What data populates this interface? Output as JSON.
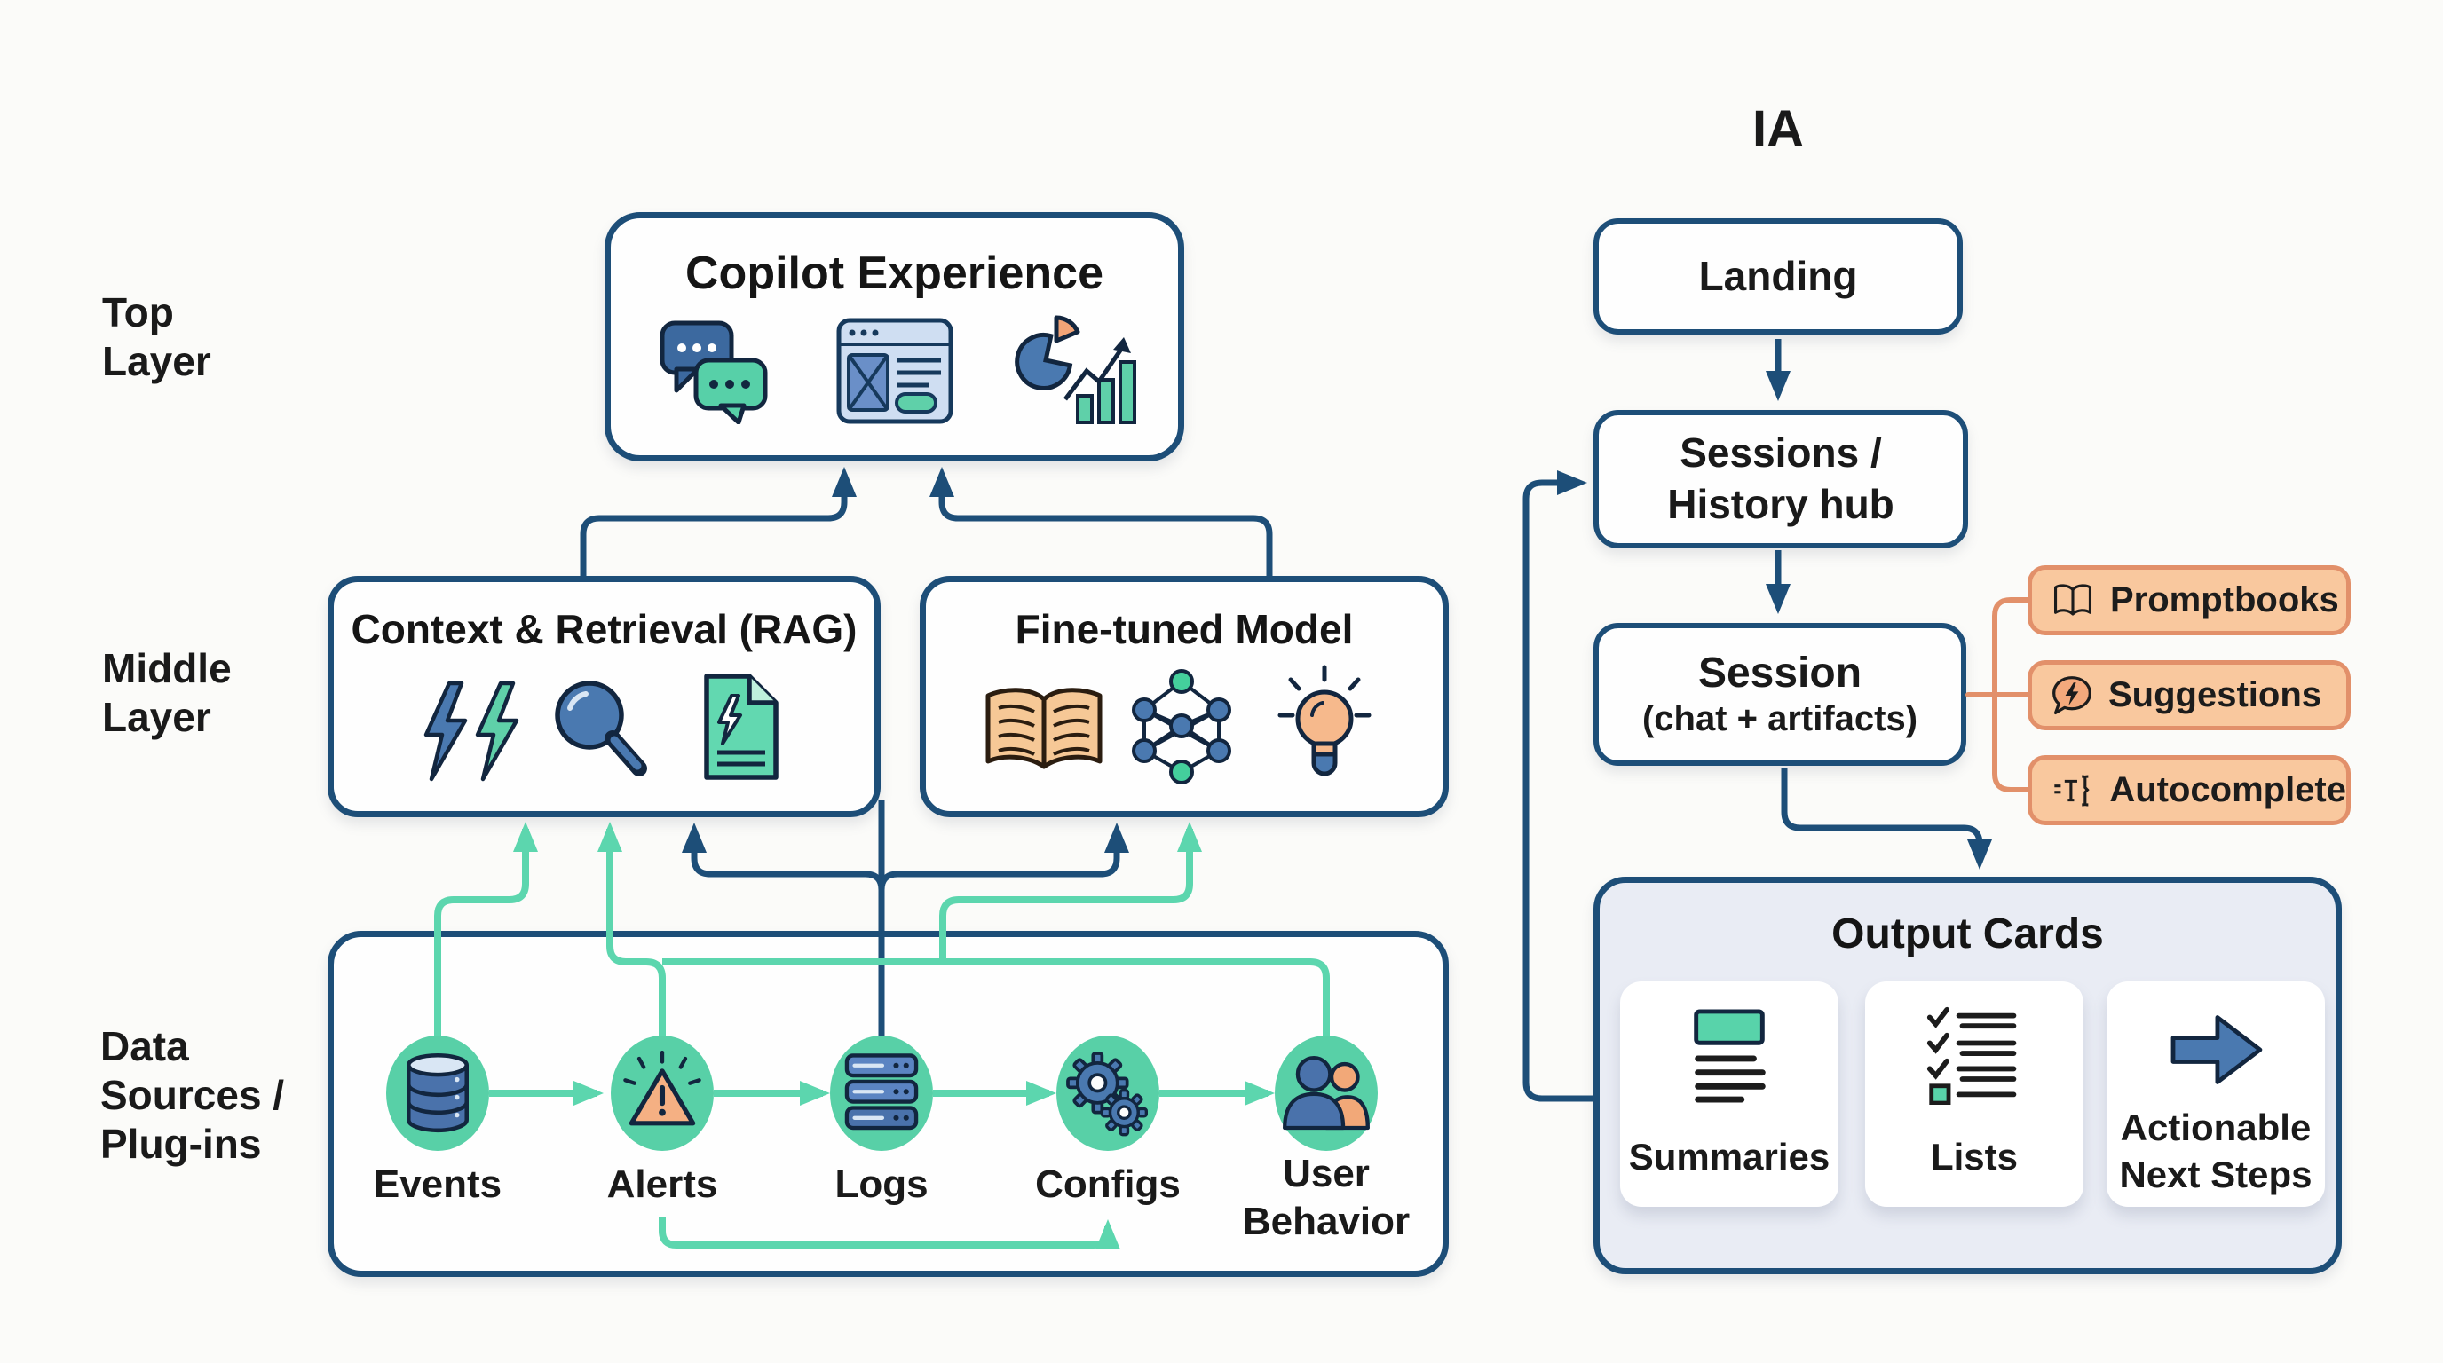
{
  "left_labels": {
    "top": {
      "l1": "Top",
      "l2": "Layer"
    },
    "middle": {
      "l1": "Middle",
      "l2": "Layer"
    },
    "data": {
      "l1": "Data",
      "l2": "Sources /",
      "l3": "Plug-ins"
    }
  },
  "pipeline": {
    "copilot": {
      "title": "Copilot Experience"
    },
    "rag": {
      "title": "Context & Retrieval (RAG)"
    },
    "model": {
      "title": "Fine-tuned Model"
    }
  },
  "sources": [
    "Events",
    "Alerts",
    "Logs",
    "Configs",
    "User Behavior"
  ],
  "ia": {
    "title": "IA",
    "landing": "Landing",
    "sessions": {
      "l1": "Sessions /",
      "l2": "History hub"
    },
    "session": {
      "l1": "Session",
      "l2": "(chat + artifacts)"
    },
    "tags": [
      "Promptbooks",
      "Suggestions",
      "Autocomplete"
    ],
    "output": {
      "title": "Output Cards",
      "cards": [
        "Summaries",
        "Lists",
        "Actionable Next Steps"
      ]
    }
  },
  "colors": {
    "navy": "#1d4e78",
    "teal_line": "#5cd6ae",
    "teal_fill": "#58d0a7",
    "blue": "#4a79b0",
    "orange_fill": "#f9c89e",
    "orange_border": "#e2906a",
    "panel": "#e9ecf4",
    "background": "#fbfbf9"
  }
}
